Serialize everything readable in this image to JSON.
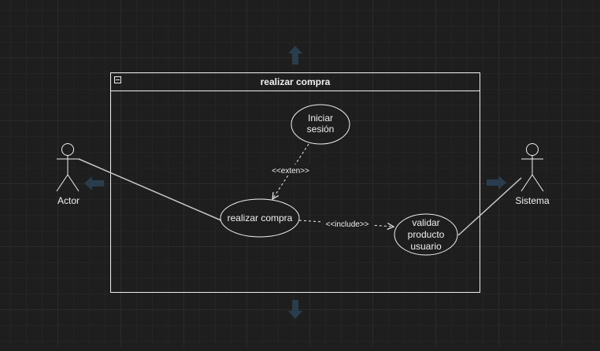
{
  "diagram": {
    "type": "use-case",
    "system_boundary": {
      "title": "realizar compra",
      "collapse_glyph": "−"
    },
    "actors": [
      {
        "id": "actor",
        "label": "Actor"
      },
      {
        "id": "sistema",
        "label": "Sistema"
      }
    ],
    "use_cases": [
      {
        "id": "iniciar-sesion",
        "lines": [
          "Iniciar",
          "sesión"
        ]
      },
      {
        "id": "realizar-compra",
        "lines": [
          "realizar  compra"
        ]
      },
      {
        "id": "validar-producto-usuario",
        "lines": [
          "validar",
          "producto",
          "usuario"
        ]
      }
    ],
    "relations": [
      {
        "from": "iniciar-sesion",
        "to": "realizar-compra",
        "style": "dashed",
        "label": "<<exten>>"
      },
      {
        "from": "realizar-compra",
        "to": "validar-producto-usuario",
        "style": "dashed",
        "label": "<<include>>"
      },
      {
        "from": "actor",
        "to": "realizar-compra",
        "style": "solid",
        "label": ""
      },
      {
        "from": "sistema",
        "to": "validar-producto-usuario",
        "style": "solid",
        "label": ""
      }
    ]
  },
  "colors": {
    "background": "#1e1e1e",
    "stroke": "#f0f0f0",
    "hover_arrow": "#2a3d4d"
  },
  "icons": [
    "collapse-icon",
    "expand-arrow-up-icon",
    "expand-arrow-down-icon",
    "expand-arrow-left-icon",
    "expand-arrow-right-icon"
  ]
}
